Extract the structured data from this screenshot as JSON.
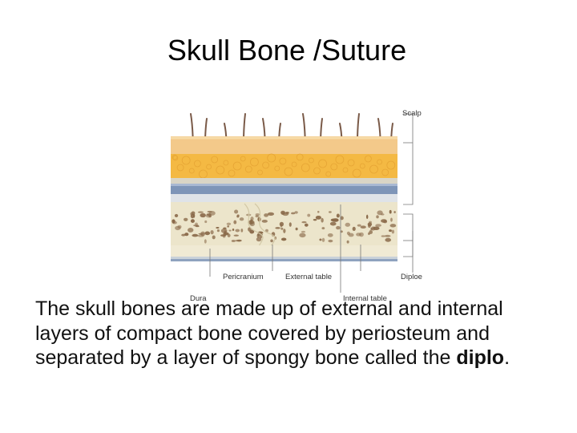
{
  "slide": {
    "title": "Skull Bone /Suture"
  },
  "figure": {
    "labels": {
      "scalp": "Scalp",
      "pericranium": "Pericranium",
      "external_table": "External table",
      "diploe": "Diploe",
      "dura": "Dura",
      "internal_table": "Internal table"
    },
    "colors": {
      "skin": "#f3c98a",
      "fat": "#f4b943",
      "fascia": "#dcd6c4",
      "aponeurosis": "#7e95b8",
      "bone": "#ece5cb",
      "diploe_spots": "#8a6a4a",
      "hair": "#7a5a48"
    }
  },
  "body": {
    "text_before": "The skull bones are made up of external and internal layers of compact bone covered by periosteum and separated by a layer of spongy bone called the ",
    "bold_term": "diplo",
    "text_after": "."
  }
}
